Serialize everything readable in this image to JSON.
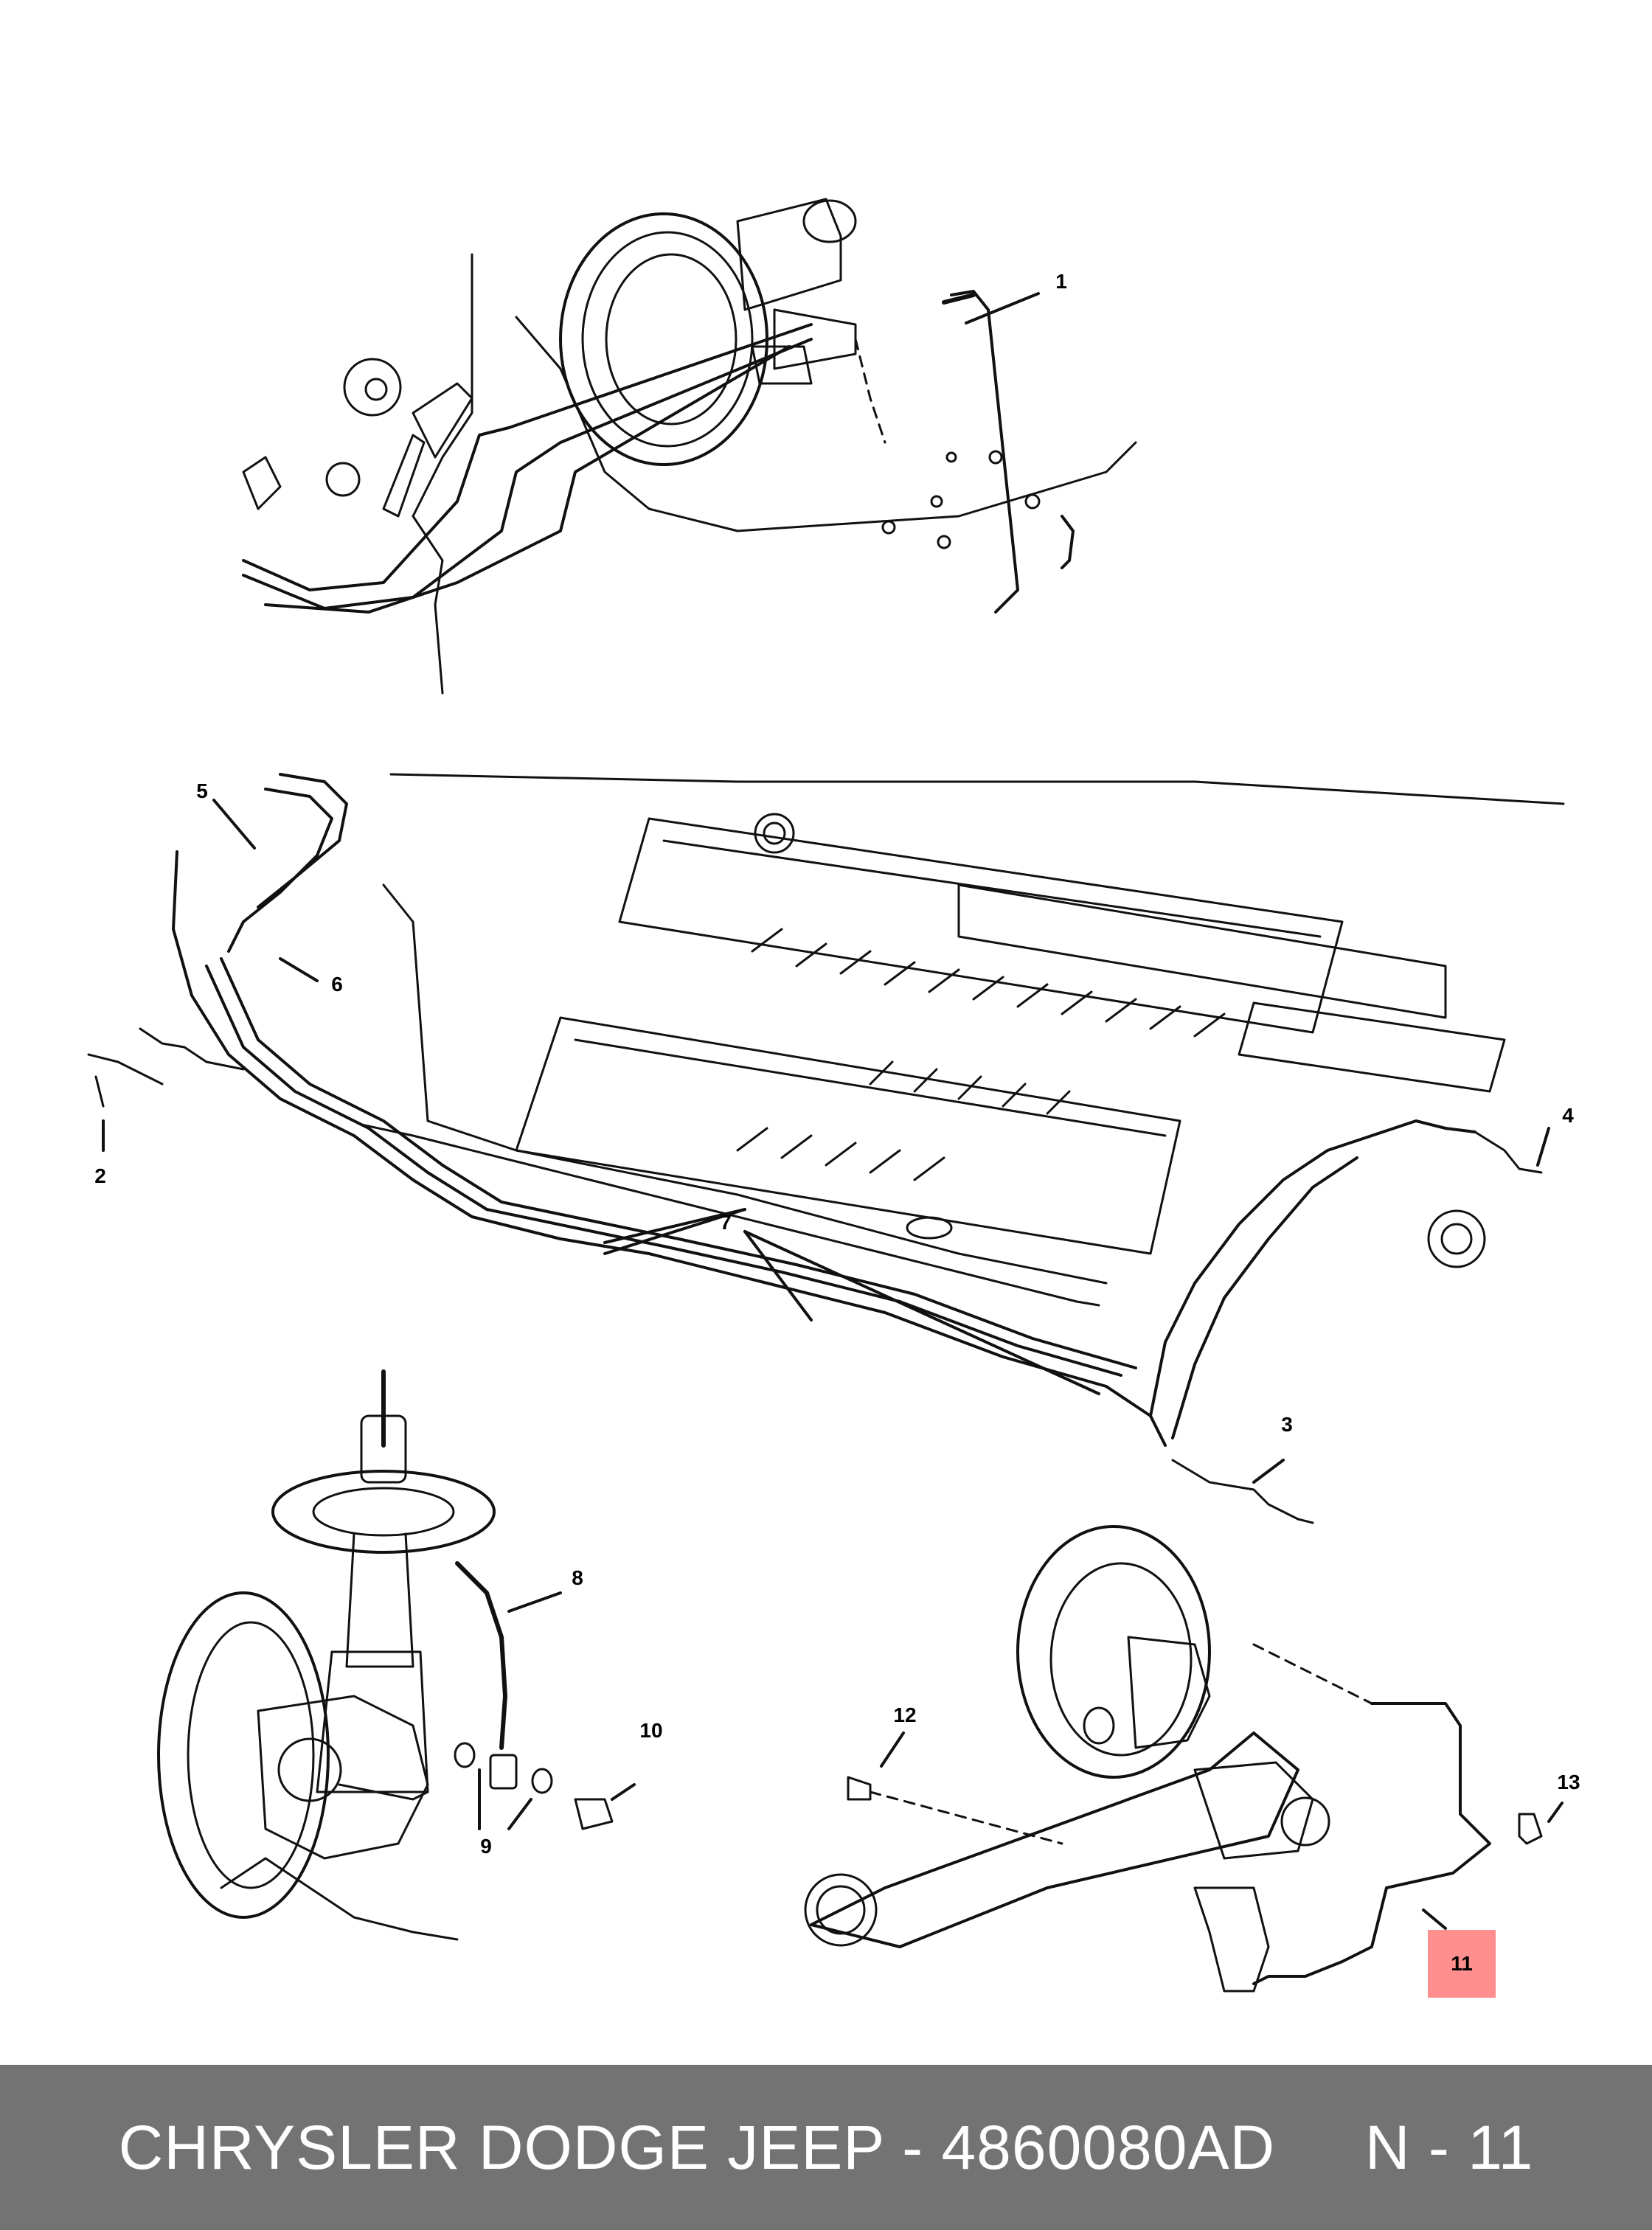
{
  "callouts": [
    {
      "label": "1"
    },
    {
      "label": "2"
    },
    {
      "label": "3"
    },
    {
      "label": "4"
    },
    {
      "label": "5"
    },
    {
      "label": "6"
    },
    {
      "label": "7"
    },
    {
      "label": "8"
    },
    {
      "label": "9"
    },
    {
      "label": "10"
    },
    {
      "label": "11",
      "highlighted": true
    },
    {
      "label": "12"
    },
    {
      "label": "13"
    }
  ],
  "highlight_color": "#ff8f8f",
  "footer": {
    "brand": "CHRYSLER DODGE JEEP",
    "separator": "-",
    "part_number": "4860080AD",
    "page_ref": "N - 11",
    "background_color": "#737373"
  }
}
